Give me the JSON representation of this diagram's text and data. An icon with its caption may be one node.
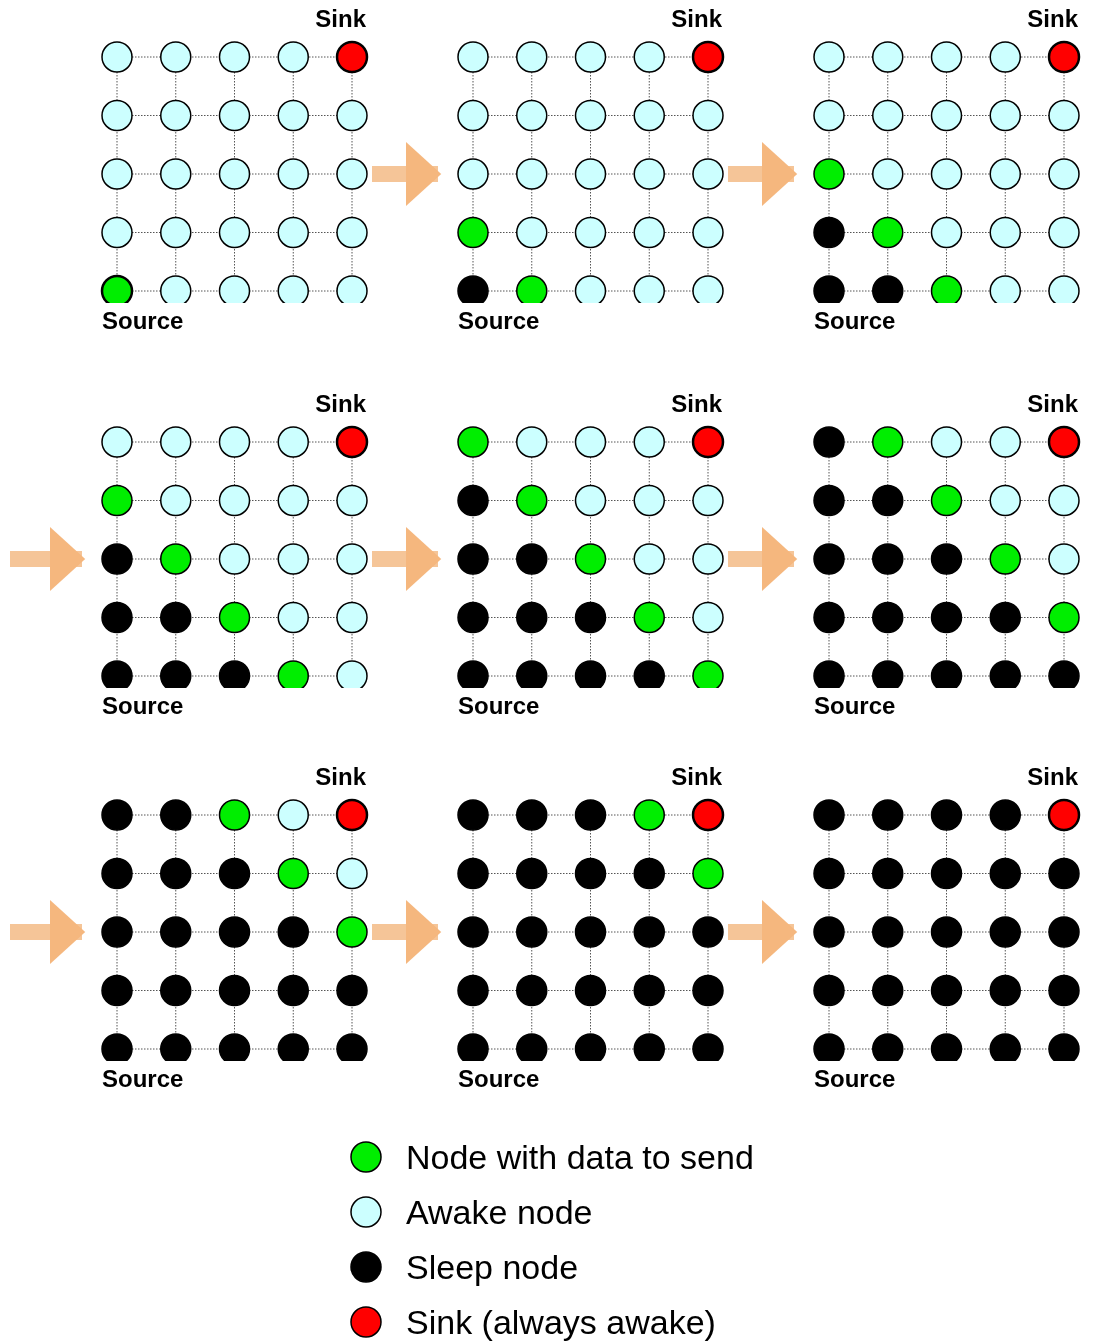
{
  "diagram": {
    "nodes": [
      {
        "text": [
          "Sink",
          "Source"
        ]
      },
      {
        "text": [
          "Sink",
          "Source"
        ]
      },
      {
        "text": [
          "Sink",
          "Source"
        ]
      },
      {
        "text": [
          "Sink",
          "Source"
        ]
      },
      {
        "text": [
          "Sink",
          "Source"
        ]
      },
      {
        "text": [
          "Sink",
          "Source"
        ]
      },
      {
        "text": [
          "Sink",
          "Source"
        ]
      },
      {
        "text": [
          "Sink",
          "Source"
        ]
      },
      {
        "text": [
          "Sink",
          "Source"
        ]
      }
    ],
    "edges": [
      {
        "from": 0,
        "to": 1,
        "arrow": "to"
      },
      {
        "from": 1,
        "to": 2,
        "arrow": "to"
      },
      {
        "from": null,
        "to": 3,
        "arrow": "to"
      },
      {
        "from": 3,
        "to": 4,
        "arrow": "to"
      },
      {
        "from": 4,
        "to": 5,
        "arrow": "to"
      },
      {
        "from": null,
        "to": 6,
        "arrow": "to"
      },
      {
        "from": 6,
        "to": 7,
        "arrow": "to"
      },
      {
        "from": 7,
        "to": 8,
        "arrow": "to"
      }
    ],
    "legend": [
      {
        "text": "Node with data to send",
        "color": "#00ee00"
      },
      {
        "text": "Awake node",
        "color": "#ccffff"
      },
      {
        "text": "Sleep node",
        "color": "#000000"
      },
      {
        "text": "Sink (always awake)",
        "color": "#ff0000"
      }
    ]
  }
}
